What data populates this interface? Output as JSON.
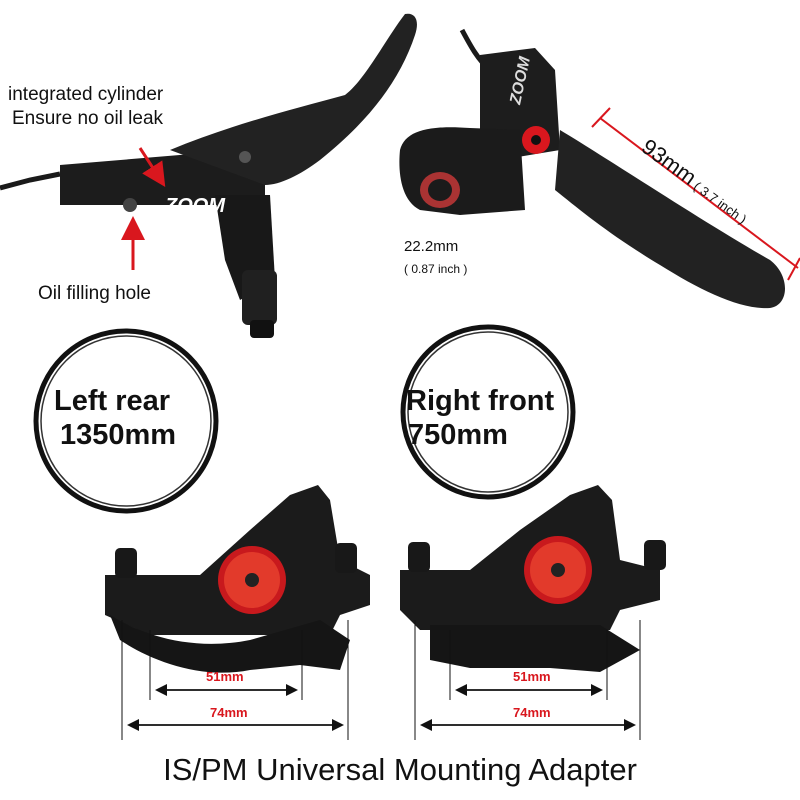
{
  "left_lever": {
    "logo": "ZOOM",
    "note_cylinder": "integrated cylinder",
    "note_leak": "Ensure no oil leak",
    "note_oil_hole": "Oil filling hole"
  },
  "right_lever": {
    "logo": "ZOOM",
    "length": "93mm",
    "length_inch": "( 3.7 inch )",
    "clamp_diameter": "22.2mm",
    "clamp_diameter_inch": "( 0.87 inch )"
  },
  "hoses": {
    "left": {
      "position": "Left rear",
      "length": "1350mm"
    },
    "right": {
      "position": "Right front",
      "length": "750mm"
    }
  },
  "calipers": {
    "left": {
      "inner": "51mm",
      "outer": "74mm"
    },
    "right": {
      "inner": "51mm",
      "outer": "74mm"
    }
  },
  "caption": "IS/PM Universal Mounting Adapter",
  "colors": {
    "accent_red": "#d9171e",
    "body_black": "#1b1b1b",
    "background": "#ffffff"
  }
}
